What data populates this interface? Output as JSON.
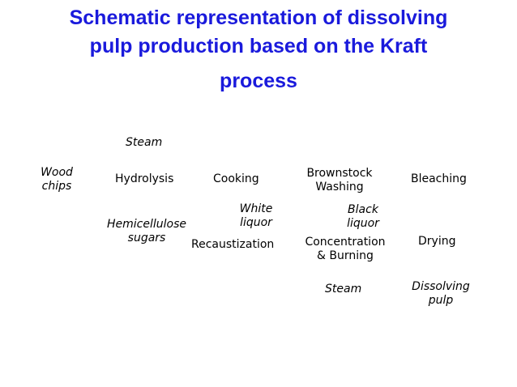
{
  "title": {
    "line1": "Schematic representation of dissolving",
    "line2": "pulp production based on the Kraft",
    "line3": "process"
  },
  "nodes": {
    "steam_top": "Steam",
    "wood_chips": "Wood\nchips",
    "hydrolysis": "Hydrolysis",
    "cooking": "Cooking",
    "brownstock_washing": "Brownstock\nWashing",
    "bleaching": "Bleaching",
    "white_liquor": "White\nliquor",
    "black_liquor": "Black\nliquor",
    "hemicellulose_sugars": "Hemicellulose\nsugars",
    "recaustization": "Recaustization",
    "concentration_burning": "Concentration\n& Burning",
    "drying": "Drying",
    "steam_bottom": "Steam",
    "dissolving_pulp": "Dissolving\npulp"
  },
  "colors": {
    "title": "#1a1adc",
    "text": "#000000",
    "background": "#ffffff"
  }
}
